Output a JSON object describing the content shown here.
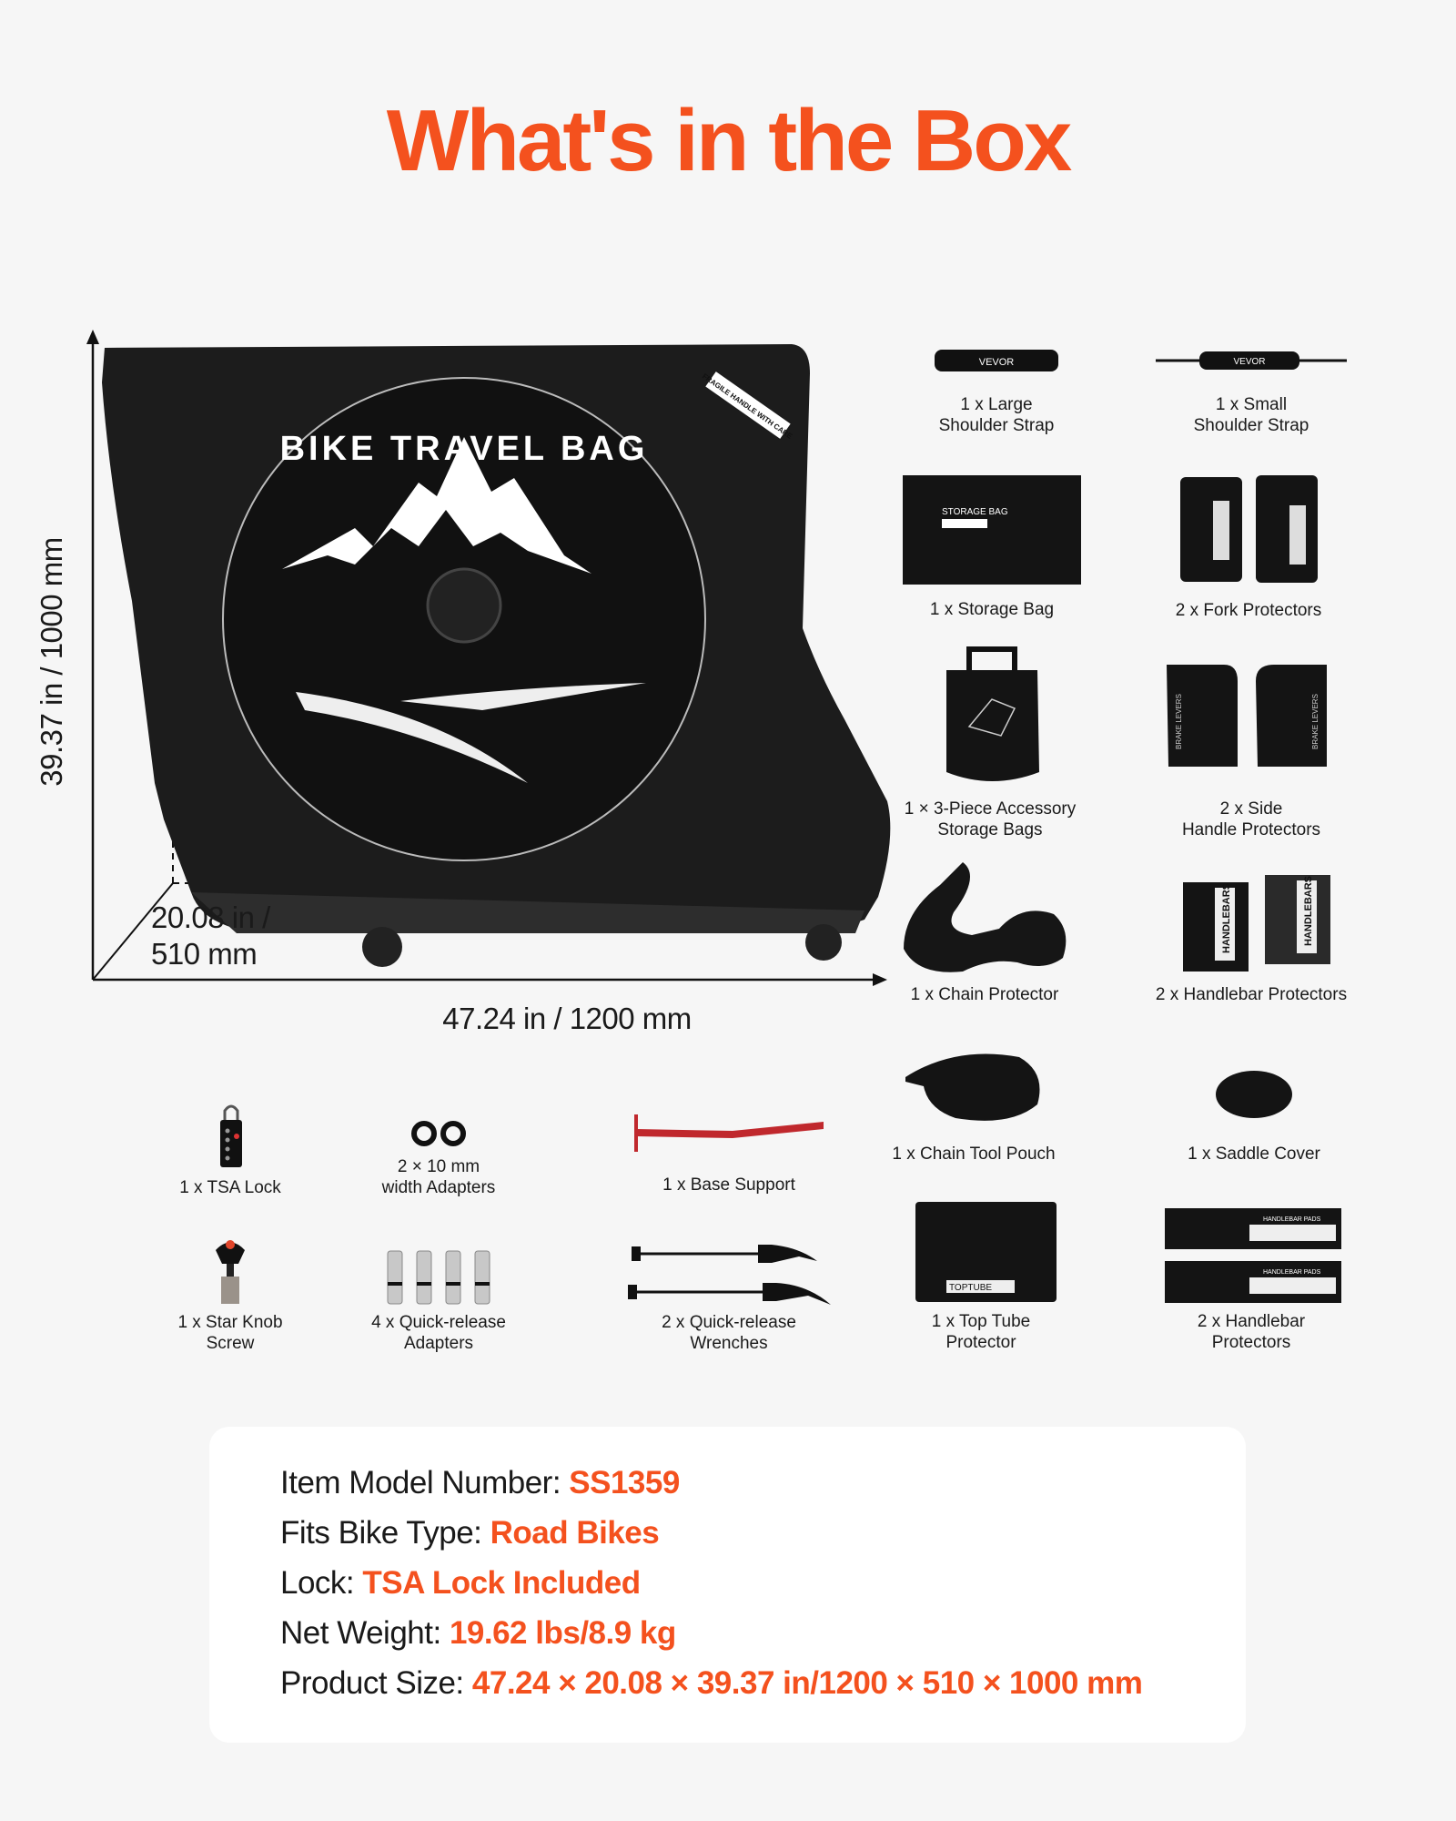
{
  "title": "What's in the Box",
  "colors": {
    "accent": "#f4511e",
    "background": "#f6f6f6",
    "card": "#ffffff"
  },
  "bag": {
    "print": "BIKE TRAVEL BAG",
    "tag": "FRAGILE HANDLE WITH CARE",
    "height_label": "39.37 in / 1000 mm",
    "depth_label": "20.08 in /\n510 mm",
    "width_label": "47.24 in / 1200 mm"
  },
  "items": [
    {
      "label": "1 x Large\nShoulder Strap",
      "brand": "VEVOR"
    },
    {
      "label": "1 x Small\nShoulder Strap",
      "brand": "VEVOR"
    },
    {
      "label": "1 x Storage Bag",
      "print": "STORAGE BAG"
    },
    {
      "label": "2 x Fork Protectors"
    },
    {
      "label": "1 × 3-Piece Accessory\nStorage Bags"
    },
    {
      "label": "2 x Side\nHandle Protectors",
      "print": "BRAKE LEVERS"
    },
    {
      "label": "1 x Chain Protector"
    },
    {
      "label": "2 x Handlebar Protectors",
      "print": "HANDLEBARS"
    },
    {
      "label": "1 x Chain Tool Pouch"
    },
    {
      "label": "1 x Saddle Cover"
    },
    {
      "label": "1 x Top Tube\nProtector",
      "print": "TOPTUBE"
    },
    {
      "label": "2 x Handlebar\nProtectors",
      "print": "HANDLEBAR PADS"
    },
    {
      "label": "1 x TSA Lock"
    },
    {
      "label": "2 × 10 mm\nwidth Adapters"
    },
    {
      "label": "1 x Base Support"
    },
    {
      "label": "1 x Star Knob\nScrew"
    },
    {
      "label": "4 x Quick-release\nAdapters"
    },
    {
      "label": "2 x Quick-release\nWrenches"
    }
  ],
  "specs": [
    {
      "key": "Item Model Number: ",
      "value": "SS1359"
    },
    {
      "key": "Fits Bike Type: ",
      "value": "Road Bikes"
    },
    {
      "key": "Lock: ",
      "value": "TSA Lock Included"
    },
    {
      "key": "Net Weight: ",
      "value": "19.62 lbs/8.9 kg"
    },
    {
      "key": "Product Size: ",
      "value": "47.24 × 20.08 × 39.37 in/1200 × 510 × 1000 mm"
    }
  ]
}
